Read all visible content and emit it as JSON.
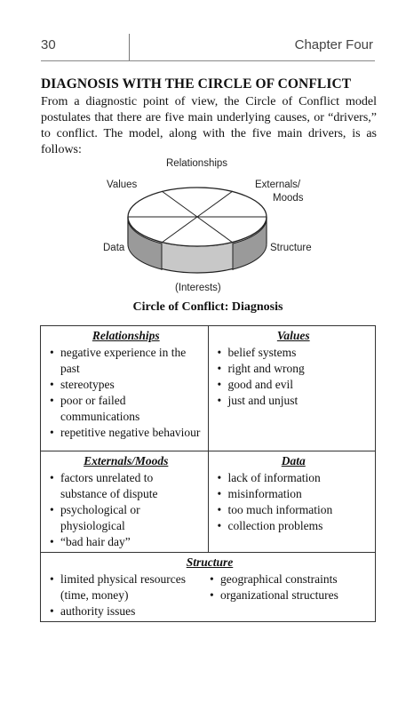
{
  "header": {
    "page_number": "30",
    "chapter": "Chapter Four"
  },
  "section": {
    "heading": "DIAGNOSIS WITH THE CIRCLE OF CONFLICT",
    "intro": "From a diagnostic point of view, the Circle of Conflict model postulates that there are five main underlying causes, or “drivers,” to conflict. The model, along with the five main drivers, is as follows:"
  },
  "diagram": {
    "labels": {
      "relationships": "Relationships",
      "values": "Values",
      "externals_1": "Externals/",
      "externals_2": "Moods",
      "data": "Data",
      "structure": "Structure",
      "interests": "(Interests)"
    },
    "caption": "Circle of Conflict: Diagnosis",
    "colors": {
      "side_fill": "#c8c8c8",
      "side_dark": "#9a9a9a",
      "outline": "#222222"
    }
  },
  "table": {
    "relationships": {
      "title": "Relationships",
      "items": [
        "negative experience in the past",
        "stereotypes",
        "poor or failed communications",
        "repetitive negative behaviour"
      ]
    },
    "values": {
      "title": "Values",
      "items": [
        "belief systems",
        "right and wrong",
        "good and evil",
        "just and unjust"
      ]
    },
    "externals": {
      "title": "Externals/Moods",
      "items": [
        "factors unrelated to substance of dispute",
        "psychological or physiological",
        "“bad hair day”"
      ]
    },
    "data": {
      "title": "Data",
      "items": [
        "lack of information",
        "misinformation",
        "too much information",
        "collection problems"
      ]
    },
    "structure": {
      "title": "Structure",
      "left_items": [
        "limited physical resources (time, money)",
        "authority issues"
      ],
      "right_items": [
        "geographical constraints",
        "organizational structures"
      ]
    }
  }
}
